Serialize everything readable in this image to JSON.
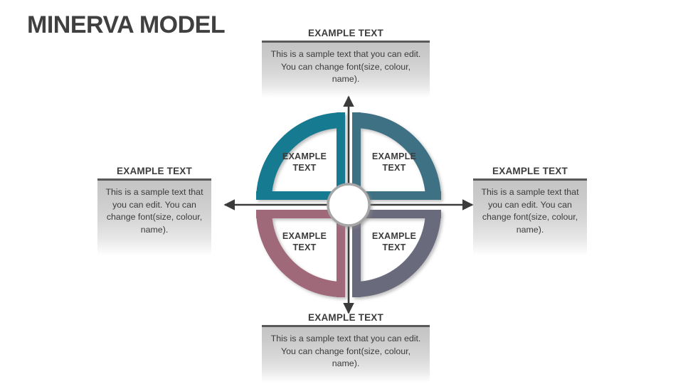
{
  "title": "MINERVA MODEL",
  "callouts": {
    "top": {
      "heading": "EXAMPLE TEXT",
      "body": "This is a sample text that you can edit. You can change font(size, colour, name)."
    },
    "right": {
      "heading": "EXAMPLE TEXT",
      "body": "This is a sample text that you can edit. You can change font(size, colour, name)."
    },
    "bottom": {
      "heading": "EXAMPLE TEXT",
      "body": "This is a sample text that you can edit. You can change font(size, colour, name)."
    },
    "left": {
      "heading": "EXAMPLE TEXT",
      "body": "This is a sample text that you can edit. You can change font(size, colour, name)."
    }
  },
  "wheel": {
    "quadrants": [
      {
        "position": "top-left",
        "label": "EXAMPLE TEXT",
        "color": "#127a91"
      },
      {
        "position": "top-right",
        "label": "EXAMPLE TEXT",
        "color": "#3d7183"
      },
      {
        "position": "bottom-left",
        "label": "EXAMPLE TEXT",
        "color": "#a0697a"
      },
      {
        "position": "bottom-right",
        "label": "EXAMPLE TEXT",
        "color": "#6a6b7d"
      }
    ],
    "hub": {
      "fill": "#ffffff",
      "ring": "#a6a6a6"
    },
    "arrows": {
      "color": "#3b3b3b",
      "directions": [
        "up",
        "right",
        "down",
        "left"
      ]
    }
  },
  "theme": {
    "title_color": "#404040",
    "text_color": "#3c3c3c",
    "rule_color": "#595959",
    "box_gradient_start": "#c4c4c4",
    "box_gradient_end": "#ffffff",
    "background": "#ffffff"
  }
}
